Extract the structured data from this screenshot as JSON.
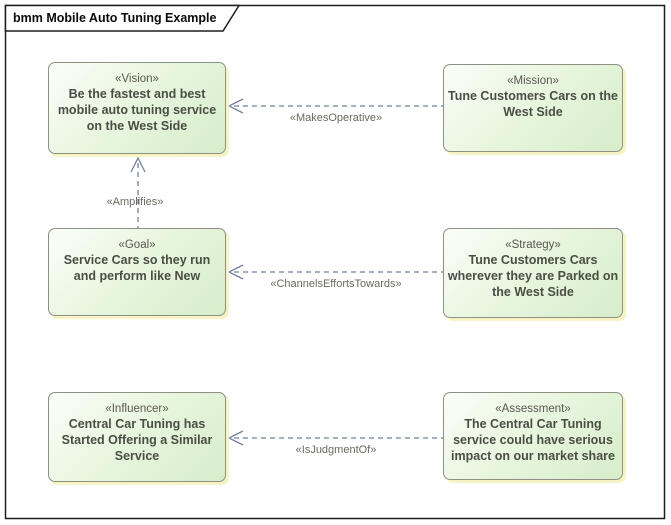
{
  "diagram_title": "bmm Mobile Auto Tuning Example",
  "nodes": {
    "vision": {
      "stereotype": "«Vision»",
      "text": "Be the fastest and best mobile auto tuning service on the West Side"
    },
    "mission": {
      "stereotype": "«Mission»",
      "text": "Tune Customers Cars on the West Side"
    },
    "goal": {
      "stereotype": "«Goal»",
      "text": "Service Cars so they run and perform like New"
    },
    "strategy": {
      "stereotype": "«Strategy»",
      "text": "Tune Customers Cars wherever they are Parked on the West Side"
    },
    "influencer": {
      "stereotype": "«Influencer»",
      "text": "Central Car Tuning has Started Offering a Similar Service"
    },
    "assessment": {
      "stereotype": "«Assessment»",
      "text": "The Central Car Tuning service could have serious impact on our market share"
    }
  },
  "connectors": {
    "makes_operative": {
      "label": "«MakesOperative»"
    },
    "amplifies": {
      "label": "«Amplifies»"
    },
    "channels_efforts_towards": {
      "label": "«ChannelsEffortsTowards»"
    },
    "is_judgment_of": {
      "label": "«IsJudgmentOf»"
    }
  },
  "colors": {
    "node_fill_light": "#fbfef8",
    "node_fill_green": "#d6edca",
    "node_border": "#8c9184",
    "node_shadow": "#f7f3c3",
    "connector": "#72819f",
    "frame_border": "#1f1f1f",
    "stereotype_text": "#58584f",
    "node_text": "#4a4e44",
    "connector_label_text": "#6a6a61"
  }
}
